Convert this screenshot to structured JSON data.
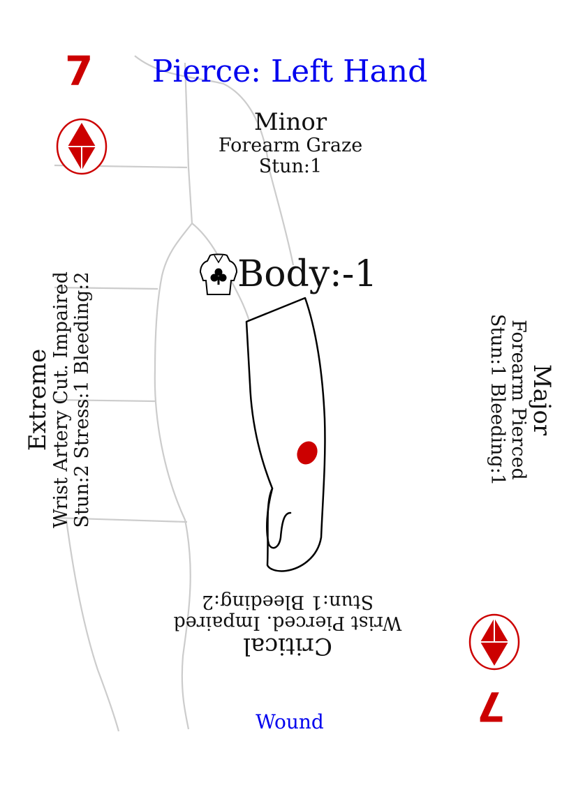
{
  "card": {
    "title": "Pierce: Left Hand",
    "rank": "7",
    "footer": "Wound",
    "effect": "Body:-1",
    "colors": {
      "title": "#0000ee",
      "rank": "#cc0000",
      "silhouette_outline": "#cccccc",
      "wound_mark": "#cc0000"
    },
    "icons": {
      "suit": "diamond-in-oval-icon",
      "effect": "torso-with-club-icon"
    }
  },
  "outcomes": {
    "minor": {
      "severity": "Minor",
      "wound": "Forearm Graze",
      "effects": "Stun:1"
    },
    "major": {
      "severity": "Major",
      "wound": "Forearm Pierced",
      "effects": "Stun:1 Bleeding:1"
    },
    "critical": {
      "severity": "Critical",
      "wound": "Wrist Pierced. Impaired",
      "effects": "Stun:1 Bleeding:2"
    },
    "extreme": {
      "severity": "Extreme",
      "wound": "Wrist Artery Cut. Impaired",
      "effects": "Stun:2 Stress:1 Bleeding:2"
    }
  }
}
